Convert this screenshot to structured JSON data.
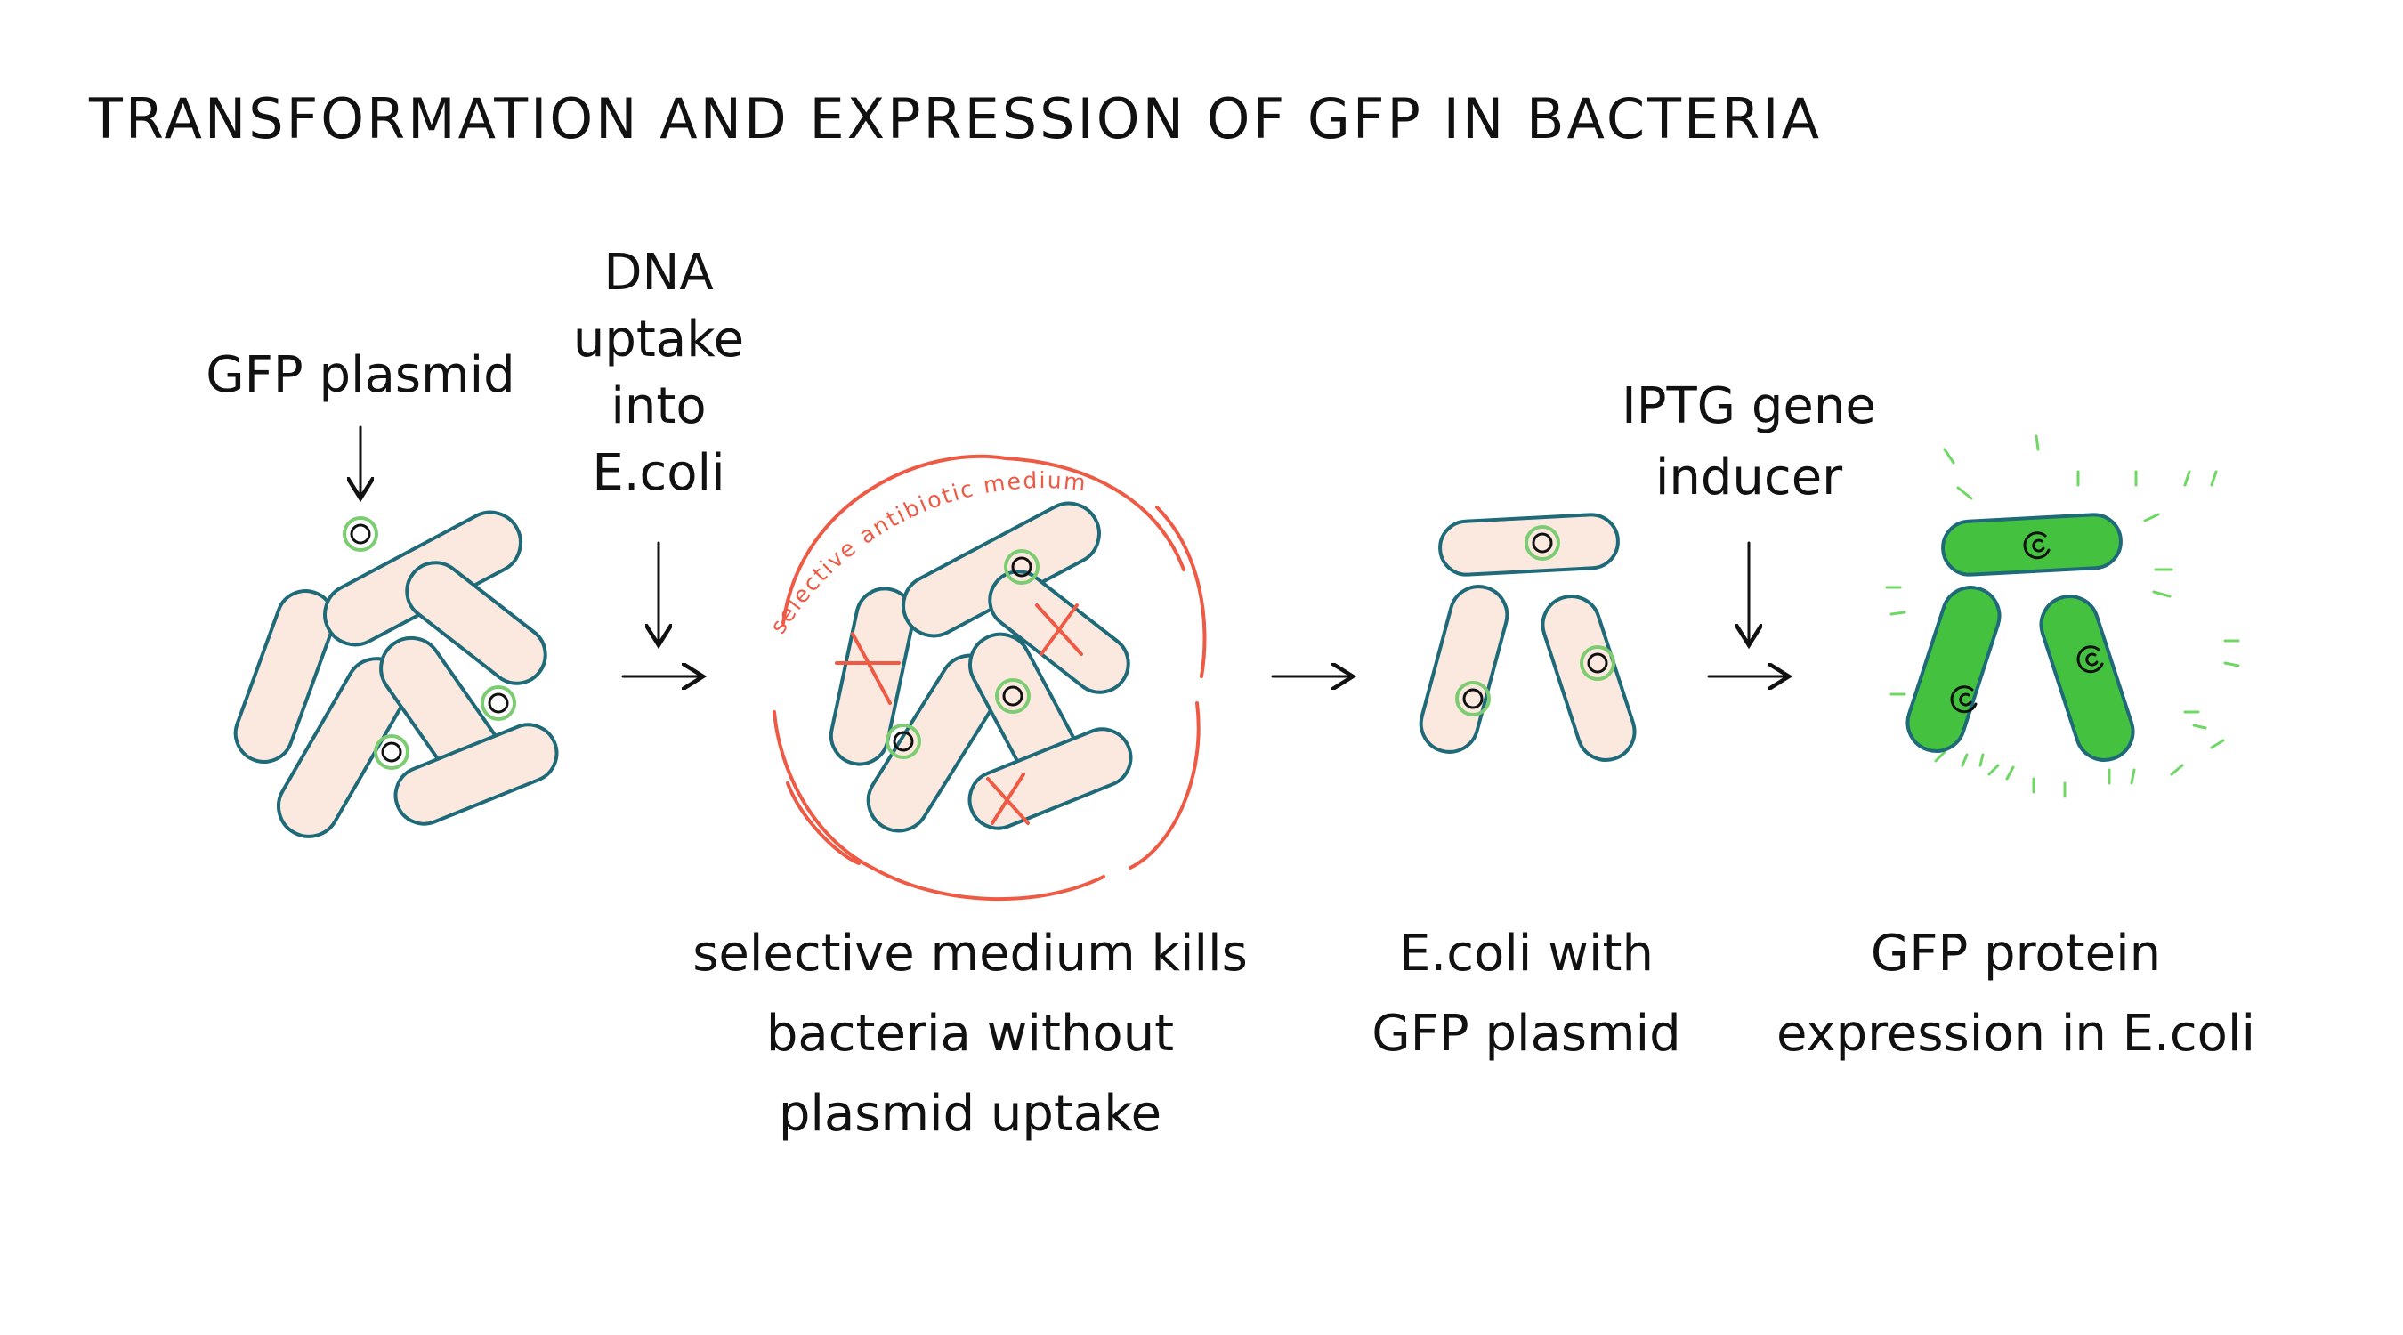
{
  "title": "TRANSFORMATION AND EXPRESSION OF GFP IN BACTERIA",
  "labels": {
    "plasmid": "GFP plasmid",
    "uptake": [
      "DNA",
      "uptake",
      "into",
      "E.coli"
    ],
    "medium_ring": "selective antibiotic medium",
    "selection": [
      "selective medium kills",
      "bacteria without",
      "plasmid uptake"
    ],
    "transformed": [
      "E.coli with",
      "GFP plasmid"
    ],
    "inducer": [
      "IPTG gene",
      "inducer"
    ],
    "expression": [
      "GFP protein",
      "expression in E.coli"
    ]
  },
  "colors": {
    "cell_fill": "#fbe9e0",
    "cell_outline": "#1f6a78",
    "plasmid_ring": "#7ccc72",
    "kill_mark": "#ef5a45",
    "gfp_fill": "#44c13f",
    "glow": "#6fd763",
    "ink": "#111111"
  }
}
